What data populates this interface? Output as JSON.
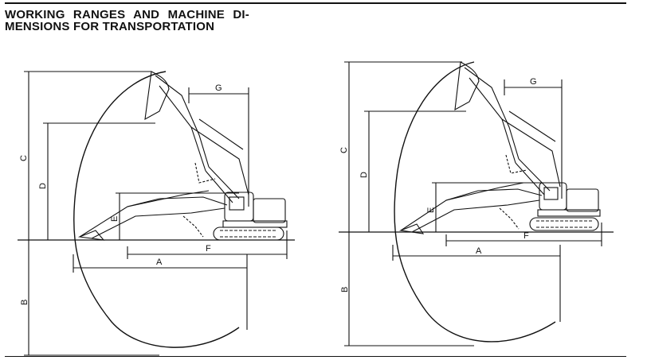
{
  "header": {
    "title_line1": "WORKING RANGES AND MACHINE DI-",
    "title_line2": "MENSIONS FOR TRANSPORTATION"
  },
  "figure_left": {
    "labels": {
      "A": "A",
      "B": "B",
      "C": "C",
      "D": "D",
      "E": "E",
      "F": "F",
      "G": "G"
    }
  },
  "figure_right": {
    "labels": {
      "A": "A",
      "B": "B",
      "C": "C",
      "D": "D",
      "E": "E",
      "F": "F",
      "G": "G"
    }
  }
}
